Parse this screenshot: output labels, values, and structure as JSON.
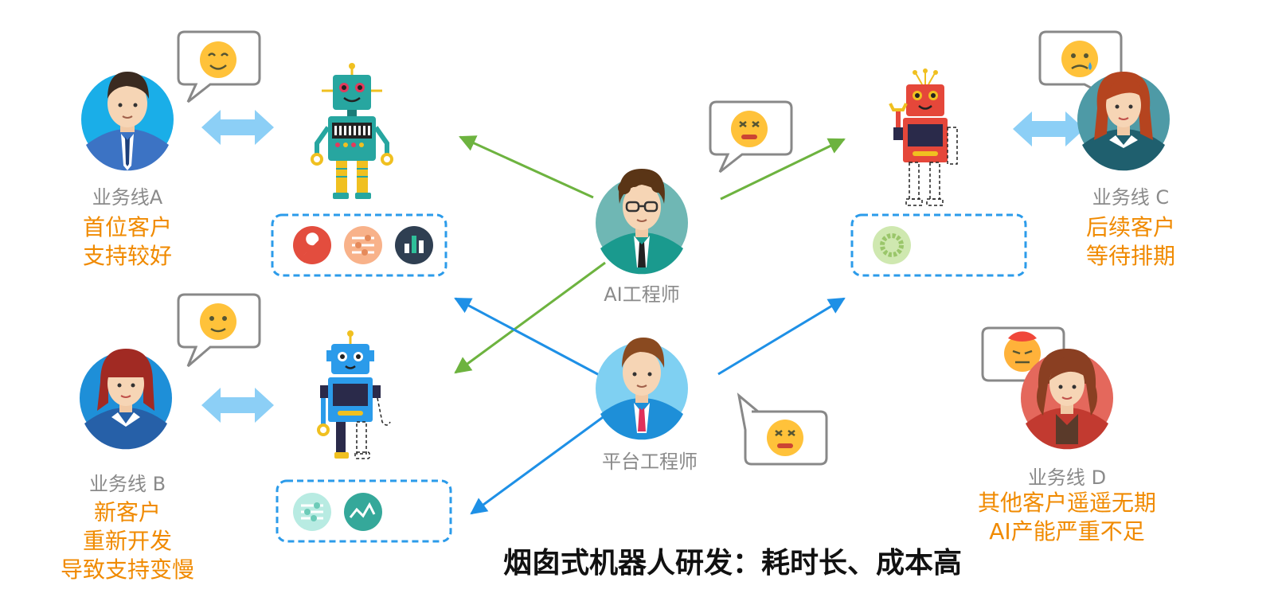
{
  "title": "烟囱式机器人研发：耗时长、成本高",
  "engineers": {
    "ai": {
      "label": "AI工程师"
    },
    "platform": {
      "label": "平台工程师"
    }
  },
  "business_lines": {
    "a": {
      "label": "业务线A",
      "status": [
        "首位客户",
        "支持较好"
      ]
    },
    "b": {
      "label": "业务线 B",
      "status": [
        "新客户",
        "重新开发",
        "导致支持变慢"
      ]
    },
    "c": {
      "label": "业务线 C",
      "status": [
        "后续客户",
        "等待排期"
      ]
    },
    "d": {
      "label": "业务线 D",
      "status": [
        "其他客户遥遥无期",
        "AI产能严重不足"
      ]
    }
  },
  "colors": {
    "green_arrow": "#6db33f",
    "blue_arrow": "#1e90e6",
    "orange_text": "#f08a00",
    "double_arrow": "#8ccff6",
    "dash_box": "#2b9bea"
  }
}
